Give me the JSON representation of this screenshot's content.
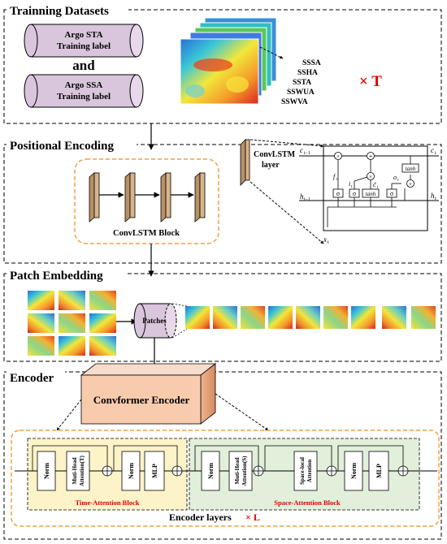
{
  "sections": {
    "training": {
      "title": "Trainning Datasets",
      "cyl1": [
        "Argo STA",
        "Training label"
      ],
      "and": "and",
      "cyl2": [
        "Argo SSA",
        "Training label"
      ],
      "variables": [
        "SSSA",
        "SSHA",
        "SSTA",
        "SSWUA",
        "SSWVA"
      ],
      "times": "× T"
    },
    "positional": {
      "title": "Positional Encoding",
      "block_label": "ConvLSTM Block",
      "layer_label": [
        "ConvLSTM",
        "layer"
      ],
      "cell": {
        "c_prev": "c",
        "c_prev_sub": "t−1",
        "c_out": "c",
        "c_out_sub": "t",
        "h_prev": "h",
        "h_prev_sub": "t−1",
        "h_out": "h",
        "h_out_sub": "t",
        "x_in": "x",
        "x_in_sub": "t",
        "f": "f",
        "f_sub": "t",
        "i": "i",
        "i_sub": "t",
        "c_tilde": "c̃",
        "c_tilde_sub": "t",
        "o": "o",
        "o_sub": "t",
        "sigma": "σ",
        "tanh": "tanh",
        "times": "×",
        "plus": "+"
      }
    },
    "patch": {
      "title": "Patch Embedding",
      "cyl_label": "Patches"
    },
    "encoder": {
      "title": "Encoder",
      "box_label": "Convformer Encoder",
      "layers_label": "Encoder layers",
      "layers_times": "× L",
      "time_block": {
        "title": "Time-Attention Block",
        "norm1": "Norm",
        "attn": [
          "Muti-Head",
          "Attention(T)"
        ],
        "norm2": "Norm",
        "mlp": "MLP"
      },
      "space_block": {
        "title": "Space-Attention Block",
        "norm1": "Norm",
        "attn": [
          "Muti-Head",
          "Attention(S)"
        ],
        "local": [
          "Space-local",
          "Attention"
        ],
        "norm2": "Norm",
        "mlp": "MLP"
      }
    }
  },
  "colors": {
    "accent_red": "#e00000",
    "cylinder_fill": "#d9c5dc",
    "conv_block_fill": "#d8b48a",
    "time_block_bg": "#fdf3c8",
    "space_block_bg": "#e2efda",
    "encoder_box_front": "#f8cbad",
    "encoder_box_side": "#e8a680",
    "orange_dash": "#f0a040"
  }
}
